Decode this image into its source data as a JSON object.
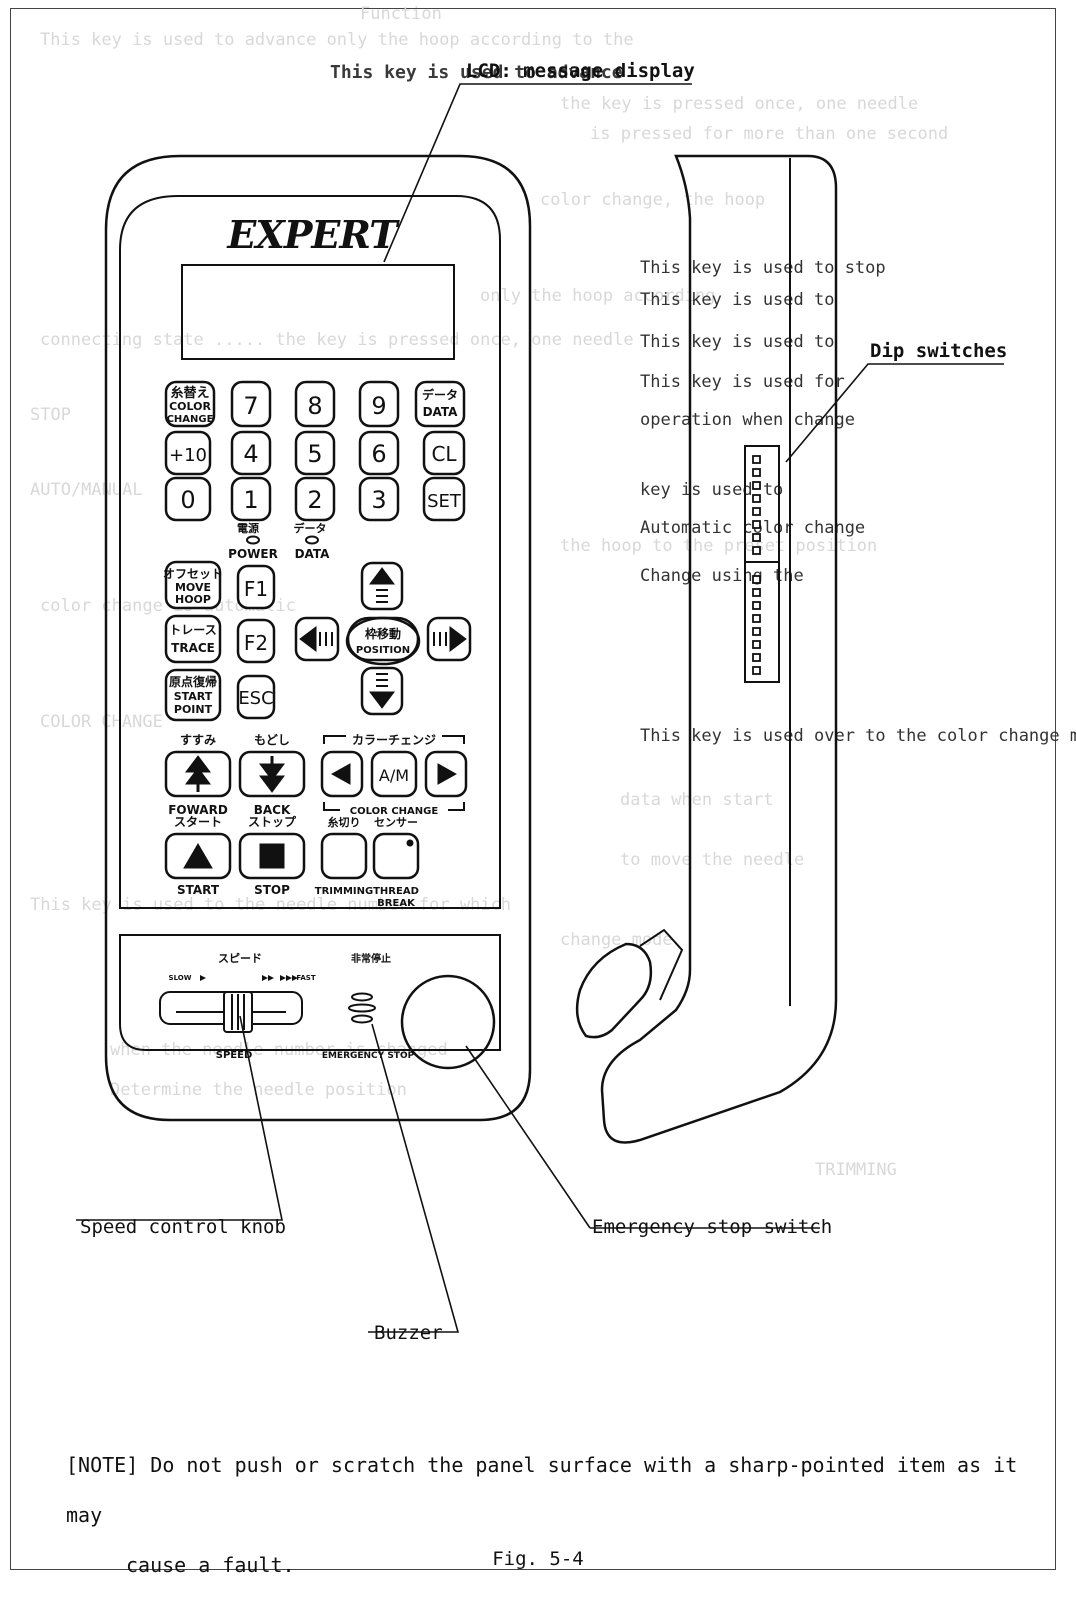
{
  "callouts": {
    "lcd": "LCD: message display",
    "dip": "Dip switches",
    "speed_knob": "Speed control knob",
    "emergency": "Emergency stop switch",
    "buzzer": "Buzzer"
  },
  "panel": {
    "brand": "EXPERT",
    "keys": {
      "color_change_jp": "糸替え",
      "color_change_1": "COLOR",
      "color_change_2": "CHANGE",
      "k7": "7",
      "k8": "8",
      "k9": "9",
      "data_jp": "データ",
      "data": "DATA",
      "plus10": "+10",
      "k4": "4",
      "k5": "5",
      "k6": "6",
      "cl": "CL",
      "k0": "0",
      "k1": "1",
      "k2": "2",
      "k3": "3",
      "set": "SET",
      "move_jp": "オフセット",
      "move_1": "MOVE",
      "move_2": "HOOP",
      "f1": "F1",
      "f2": "F2",
      "trace_jp": "トレース",
      "trace": "TRACE",
      "position_jp": "枠移動",
      "position": "POSITION",
      "start_point_jp": "原点復帰",
      "start_point_1": "START",
      "start_point_2": "POINT",
      "esc": "ESC",
      "a_m": "A/M",
      "forward_jp": "すすみ",
      "forward": "FOWARD",
      "back_jp": "もどし",
      "back": "BACK",
      "color_change_bracket_jp": "カラーチェンジ",
      "color_change_label": "COLOR CHANGE",
      "start_jp": "スタート",
      "start": "START",
      "stop_jp": "ストップ",
      "stop": "STOP",
      "trimming_jp": "糸切り",
      "trimming": "TRIMMING",
      "sensor_jp": "センサー",
      "thread_break_1": "THREAD",
      "thread_break_2": "BREAK"
    },
    "indicators": {
      "power_jp": "電源",
      "power": "POWER",
      "data_jp": "データ",
      "data": "DATA"
    },
    "speed": {
      "jp": "スピード",
      "slow": "SLOW",
      "fast": "FAST",
      "label": "SPEED"
    },
    "emergency": {
      "jp": "非常停止",
      "label": "EMERGENCY STOP"
    }
  },
  "note": {
    "line1": "[NOTE] Do not push or scratch the panel surface with a sharp-pointed item as it may",
    "line2": "cause a fault."
  },
  "figure_caption": "Fig. 5-4"
}
